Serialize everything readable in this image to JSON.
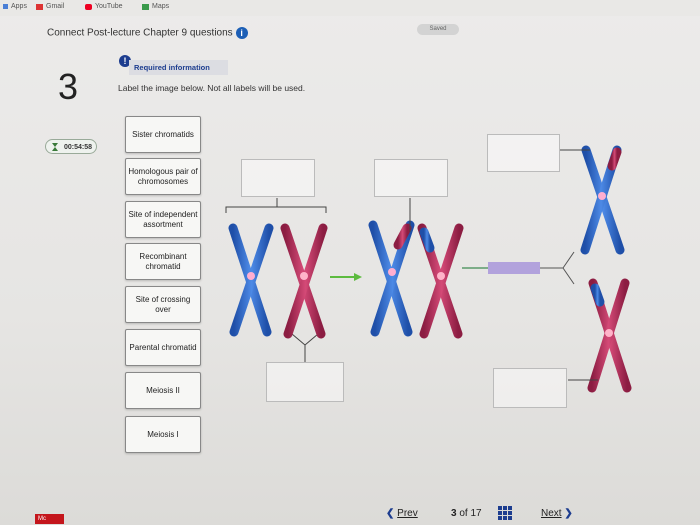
{
  "bookmarks": [
    {
      "label": "Apps",
      "icon": "apps-grid-icon"
    },
    {
      "label": "Gmail",
      "icon": "gmail-icon"
    },
    {
      "label": "YouTube",
      "icon": "youtube-icon"
    },
    {
      "label": "Maps",
      "icon": "maps-icon"
    }
  ],
  "header": {
    "title": "Connect Post-lecture Chapter 9 questions",
    "saved_label": "Saved"
  },
  "question": {
    "number": "3",
    "timer": "00:54:58",
    "required_label": "Required information",
    "instruction": "Label the image below. Not all labels will be used."
  },
  "labels": [
    "Sister chromatids",
    "Homologous pair of chromosomes",
    "Site of independent assortment",
    "Recombinant chromatid",
    "Site of crossing over",
    "Parental chromatid",
    "Meiosis II",
    "Meiosis I"
  ],
  "footer": {
    "brand": "Mc",
    "prev_label": "Prev",
    "page_current": "3",
    "page_of": "of 17",
    "next_label": "Next"
  },
  "colors": {
    "blue_chromosome": "#2f6fd1",
    "pink_chromosome": "#c4365c",
    "accent": "#1d3d8f",
    "arrow_green": "#5dbb3f",
    "lavender": "#b2a2dc"
  }
}
